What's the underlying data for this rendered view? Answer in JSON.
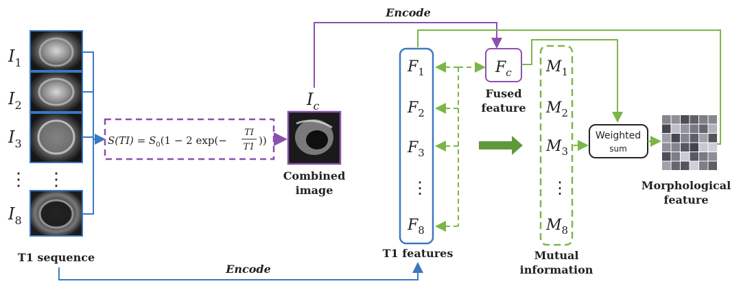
{
  "encode_top_label": "Encode",
  "encode_bottom_label": "Encode",
  "inputs": {
    "labels": [
      {
        "base": "I",
        "sub": "1"
      },
      {
        "base": "I",
        "sub": "2"
      },
      {
        "base": "I",
        "sub": "3"
      },
      {
        "base": "⋮",
        "sub": ""
      },
      {
        "base": "I",
        "sub": "8"
      }
    ],
    "column_dots": "⋮",
    "caption": "T1 sequence"
  },
  "formula": {
    "lhs": "S(TI) = S",
    "s0_sub": "0",
    "rhs": "(1 − 2 exp(−",
    "frac_num": "TI",
    "frac_den": "T1",
    "close": "))"
  },
  "combined": {
    "symbol_base": "I",
    "symbol_sub": "c",
    "caption_line1": "Combined",
    "caption_line2": "image"
  },
  "t1_features": {
    "items": [
      {
        "base": "F",
        "sub": "1"
      },
      {
        "base": "F",
        "sub": "2"
      },
      {
        "base": "F",
        "sub": "3"
      },
      {
        "base": "⋮",
        "sub": ""
      },
      {
        "base": "F",
        "sub": "8"
      }
    ],
    "caption": "T1 features"
  },
  "fused": {
    "base": "F",
    "sub": "c",
    "caption_line1": "Fused",
    "caption_line2": "feature"
  },
  "mutual": {
    "items": [
      {
        "base": "M",
        "sub": "1"
      },
      {
        "base": "M",
        "sub": "2"
      },
      {
        "base": "M",
        "sub": "3"
      },
      {
        "base": "⋮",
        "sub": ""
      },
      {
        "base": "M",
        "sub": "8"
      }
    ],
    "caption_line1": "Mutual",
    "caption_line2": "information"
  },
  "weighted": {
    "line1": "Weighted",
    "line2": "sum"
  },
  "morph": {
    "caption_line1": "Morphological",
    "caption_line2": "feature"
  },
  "colors": {
    "blue": "#3a78c2",
    "purple": "#8a4fb0",
    "green": "#7ab648",
    "dark_green": "#5e9a3a",
    "text": "#222222"
  }
}
